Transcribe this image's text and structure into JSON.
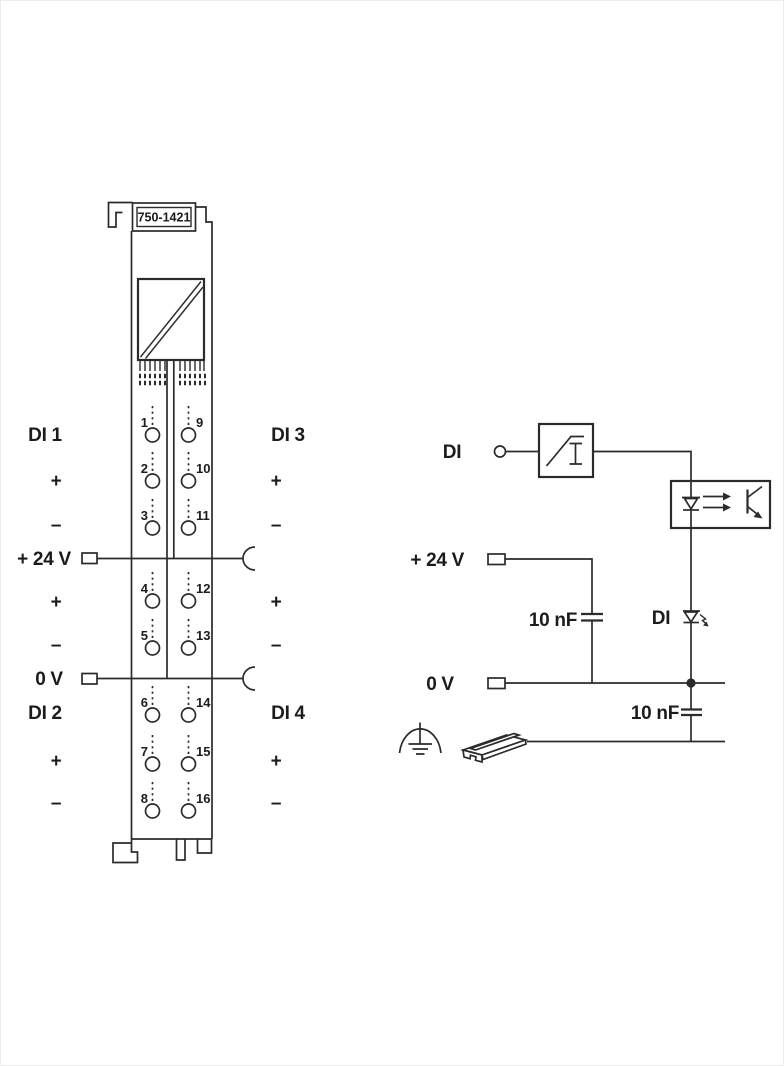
{
  "module": {
    "part_number": "750-1421",
    "contacts_left": [
      "1",
      "2",
      "3",
      "4",
      "5",
      "6",
      "7",
      "8"
    ],
    "contacts_right": [
      "9",
      "10",
      "11",
      "12",
      "13",
      "14",
      "15",
      "16"
    ],
    "labels_left": [
      "DI 1",
      "+",
      "–",
      "+ 24 V",
      "+",
      "–",
      "0 V",
      "DI 2",
      "+",
      "–"
    ],
    "labels_right": [
      "DI 3",
      "+",
      "–",
      "+",
      "–",
      "DI 4",
      "+",
      "–"
    ]
  },
  "schematic": {
    "input_label": "DI",
    "supply_label": "+ 24 V",
    "zero_volt_label": "0 V",
    "capacitor1_label": "10 nF",
    "capacitor2_label": "10 nF",
    "led_label": "DI"
  },
  "colors": {
    "line": "#2b2b2b",
    "text": "#1c1c1c",
    "background": "#ffffff"
  }
}
